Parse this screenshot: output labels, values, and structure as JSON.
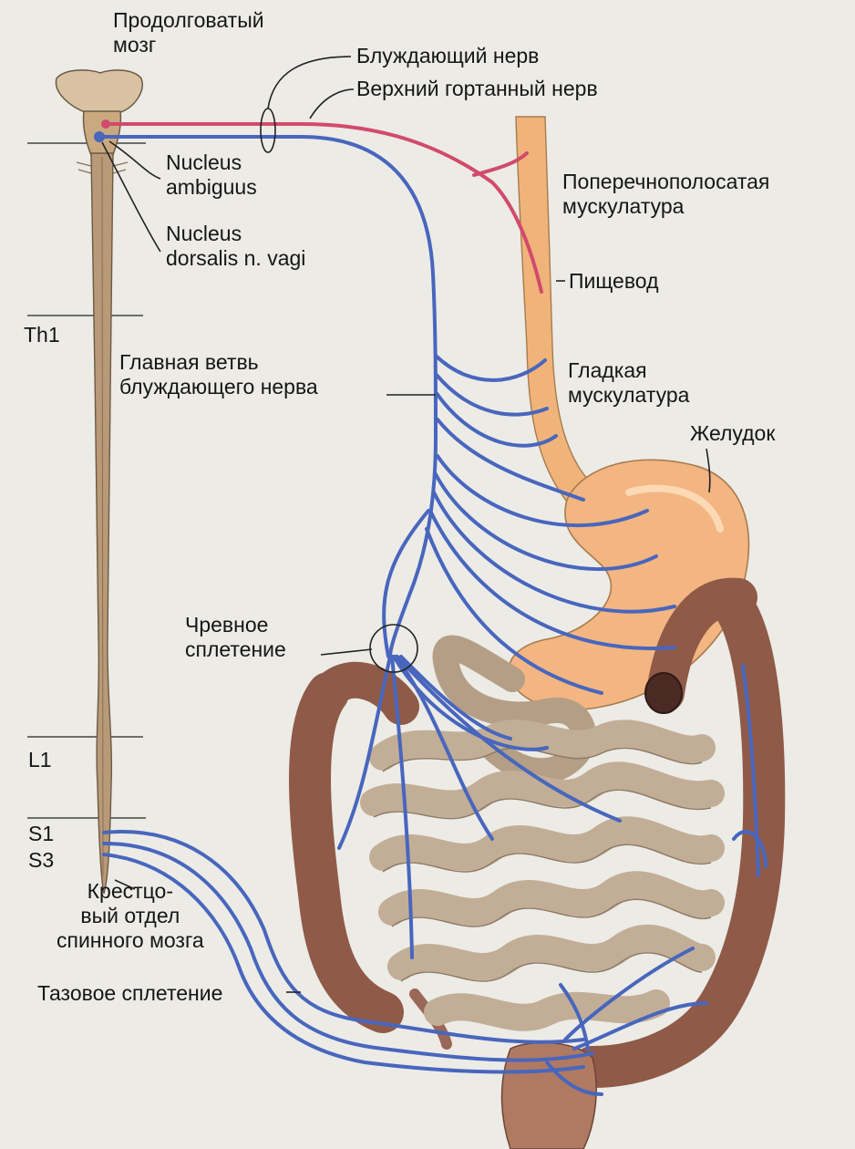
{
  "labels": {
    "medulla": "Продолговатый\nмозг",
    "vagus": "Блуждающий нерв",
    "laryngeal": "Верхний гортанный нерв",
    "ambiguus": "Nucleus\nambiguus",
    "dorsalis": "Nucleus\ndorsalis n. vagi",
    "striated": "Поперечнополосатая\nмускулатура",
    "esophagus": "Пищевод",
    "main_branch": "Главная ветвь\nблуждающего нерва",
    "smooth": "Гладкая\nмускулатура",
    "stomach": "Желудок",
    "celiac": "Чревное\nсплетение",
    "sacral": "Крестцо-\nвый отдел\nспинного мозга",
    "pelvic": "Тазовое сплетение"
  },
  "levels": {
    "th1": "Th1",
    "l1": "L1",
    "s1": "S1",
    "s3": "S3"
  },
  "colors": {
    "vagus_blue": "#4866bd",
    "laryngeal_red": "#d24a6c",
    "esophagus": "#f0b47a",
    "stomach": "#f3b581",
    "intestine": "#c2ae96",
    "colon": "#8f5a48",
    "spine": "#b99a78"
  }
}
